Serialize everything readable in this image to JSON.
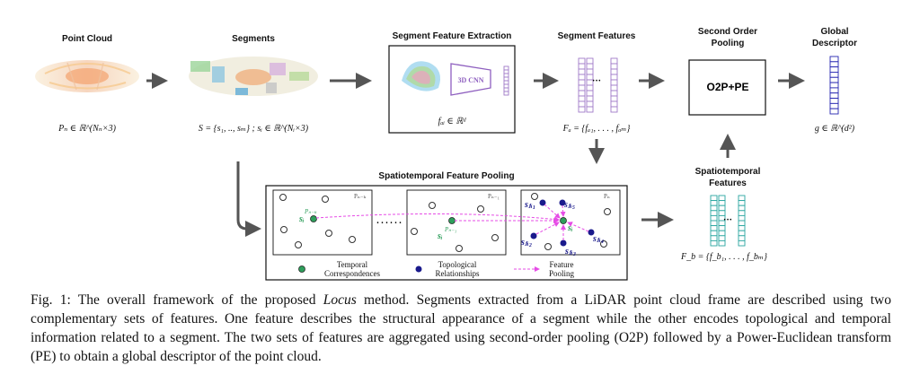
{
  "stages": {
    "point_cloud": {
      "title": "Point Cloud",
      "math": "Pₙ ∈ ℝ^(Nₙ×3)"
    },
    "segments": {
      "title": "Segments",
      "math": "S = {s₁, .., sₘ}  ;  sᵢ ∈ ℝ^(Nᵢ×3)"
    },
    "extraction": {
      "title": "Segment Feature Extraction",
      "cnn_label": "3D CNN",
      "math": "fₐᵢ ∈ ℝᵈ"
    },
    "segment_features": {
      "title": "Segment Features",
      "math": "Fₐ = {fₐ₁, . . . , fₐₘ}"
    },
    "o2p": {
      "title_line1": "Second Order",
      "title_line2": "Pooling",
      "box_label": "O2P+PE"
    },
    "global": {
      "title_line1": "Global",
      "title_line2": "Descriptor",
      "math": "g ∈ ℝ^(d²)"
    },
    "st_features": {
      "title_line1": "Spatiotemporal",
      "title_line2": "Features",
      "math": "F_b = {f_b₁, . . . , f_bₘ}"
    }
  },
  "pooling": {
    "title": "Spatiotemporal Feature Pooling",
    "frames": [
      "Pₙ₋ₖ",
      "Pₙ₋₁",
      "Pₙ"
    ],
    "labels": {
      "si_k": "sᵢ",
      "sup_k": "Pₙ₋ₖ",
      "si_1": "sᵢ",
      "sup_1": "Pₙ₋₁",
      "si": "sᵢ",
      "sj1": "sⱼᵢ₁",
      "sj2": "sⱼᵢ₂",
      "sj3": "sⱼᵢ₃",
      "sj4": "sⱼᵢ₄",
      "sj5": "sⱼᵢ₅"
    },
    "ellipsis": ". . . . . .",
    "legend": {
      "temporal_line1": "Temporal",
      "temporal_line2": "Correspondences",
      "topological_line1": "Topological",
      "topological_line2": "Relationships",
      "feature_line1": "Feature",
      "feature_line2": "Pooling"
    }
  },
  "colors": {
    "temporal": "#2e9e5b",
    "topological": "#1a1a8c",
    "pooling": "#e64ce6",
    "segment_feature": "#a07ac8",
    "st_feature": "#2aa6a0",
    "global": "#2323b0",
    "arrow": "#555555"
  },
  "caption": {
    "prefix": "Fig. 1: The overall framework of the proposed ",
    "method": "Locus",
    "suffix": " method. Segments extracted from a LiDAR point cloud frame are described using two complementary sets of features. One feature describes the structural appearance of a segment while the other encodes topological and temporal information related to a segment. The two sets of features are aggregated using second-order pooling (O2P) followed by a Power-Euclidean transform (PE) to obtain a global descriptor of the point cloud."
  }
}
